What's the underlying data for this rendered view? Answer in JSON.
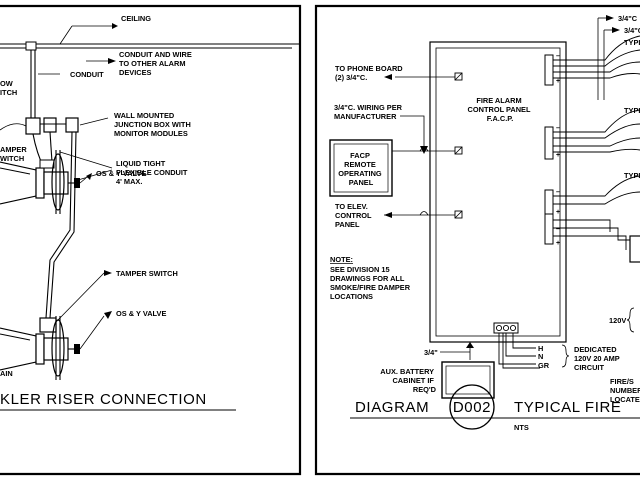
{
  "left_sheet": {
    "title_partial": "KLER RISER CONNECTION",
    "labels": {
      "ceiling": "CEILING",
      "conduit_and_wire": [
        "CONDUIT AND WIRE",
        "TO OTHER ALARM",
        "DEVICES"
      ],
      "conduit": "CONDUIT",
      "flow_switch_partial": [
        "OW",
        "ITCH"
      ],
      "junction_box": [
        "WALL MOUNTED",
        "JUNCTION BOX WITH",
        "MONITOR MODULES"
      ],
      "tamper_switch_partial": [
        "AMPER",
        "WITCH"
      ],
      "liquid_tight": [
        "LIQUID TIGHT",
        "FLEXIBLE CONDUIT",
        "4' MAX."
      ],
      "os_y_valve_upper": "OS & Y VALVE",
      "tamper_switch_lower": "TAMPER SWITCH",
      "os_y_valve_lower": "OS & Y VALVE",
      "main_partial": "AIN"
    }
  },
  "right_sheet": {
    "diagram_word": "DIAGRAM",
    "diagram_id": "D002",
    "title_partial": "TYPICAL FIRE",
    "subtitle": "NTS",
    "labels": {
      "phone_board": [
        "TO PHONE BOARD",
        "(2) 3/4\"C."
      ],
      "wiring_per_mfr": [
        "3/4\"C. WIRING PER",
        "MANUFACTURER"
      ],
      "facp": [
        "FIRE ALARM",
        "CONTROL PANEL",
        "F.A.C.P."
      ],
      "remote_panel": [
        "FACP",
        "REMOTE",
        "OPERATING",
        "PANEL"
      ],
      "elev_panel": [
        "TO ELEV.",
        "CONTROL",
        "PANEL"
      ],
      "note_heading": "NOTE:",
      "note_body": [
        "SEE DIVISION 15",
        "DRAWINGS FOR ALL",
        "SMOKE/FIRE DAMPER",
        "LOCATIONS"
      ],
      "conduit_34": "3/4\"",
      "battery": [
        "AUX. BATTERY",
        "CABINET IF",
        "REQ'D"
      ],
      "terminals": [
        "H",
        "N",
        "GR"
      ],
      "dedicated_circuit": [
        "DEDICATED",
        "120V 20 AMP",
        "CIRCUIT"
      ],
      "top_conduit_1": "3/4\"C",
      "top_conduit_2": "3/4\"C",
      "typical_1": "TYPI",
      "typical_2": "TYPIC",
      "typical_3": "TYPIC",
      "v120": "120V",
      "fire_number": [
        "FIRE/S",
        "NUMBER",
        "LOCATE"
      ]
    }
  }
}
